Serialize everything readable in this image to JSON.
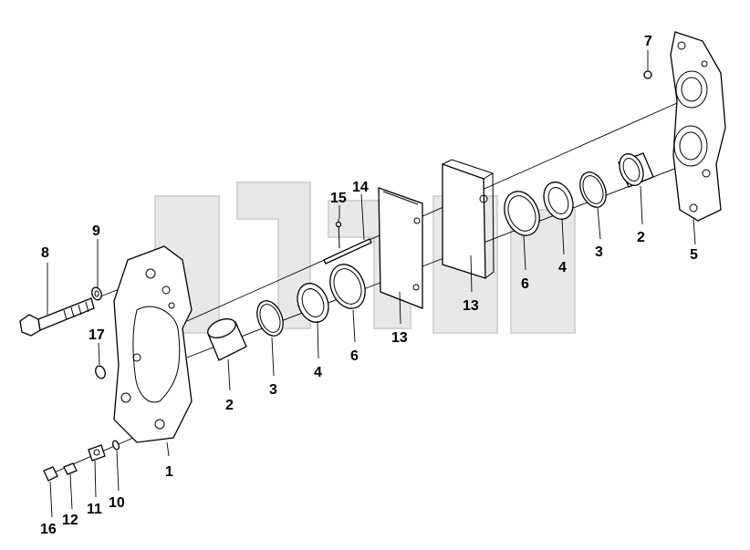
{
  "labels": {
    "p1": "1",
    "p2a": "2",
    "p2b": "2",
    "p3a": "3",
    "p3b": "3",
    "p4a": "4",
    "p4b": "4",
    "p5": "5",
    "p6a": "6",
    "p6b": "6",
    "p7": "7",
    "p8": "8",
    "p9": "9",
    "p10": "10",
    "p11": "11",
    "p12": "12",
    "p13a": "13",
    "p13b": "13",
    "p14": "14",
    "p15": "15",
    "p16": "16",
    "p17": "17"
  }
}
